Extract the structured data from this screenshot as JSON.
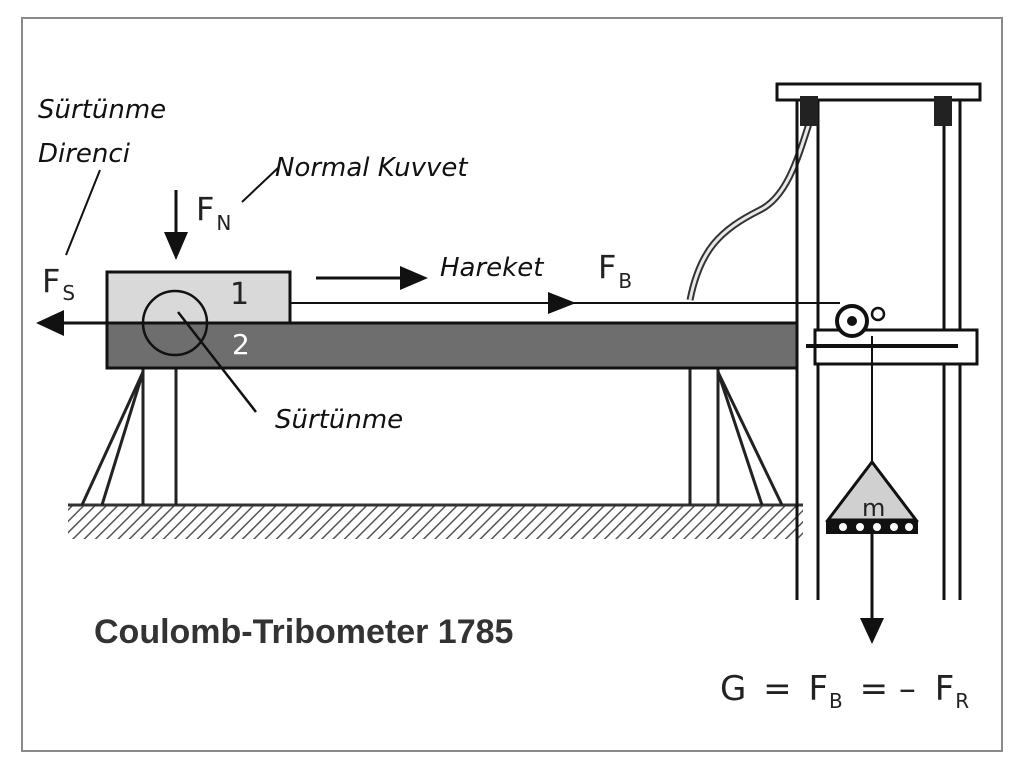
{
  "labels": {
    "friction_resistance_line1": "Sürtünme",
    "friction_resistance_line2": "Direnci",
    "normal_force": "Normal Kuvvet",
    "motion": "Hareket",
    "friction": "Sürtünme",
    "block_upper": "1",
    "block_lower": "2",
    "mass": "m"
  },
  "symbols": {
    "fn_base": "F",
    "fn_sub": "N",
    "fs_base": "F",
    "fs_sub": "S",
    "fb_base": "F",
    "fb_sub": "B"
  },
  "equation": {
    "g": "G",
    "eq1": "=",
    "f1_base": "F",
    "f1_sub": "B",
    "eq2": "= –",
    "f2_base": "F",
    "f2_sub": "R"
  },
  "title": "Coulomb-Tribometer 1785",
  "colors": {
    "border": "#8a8a8a",
    "block_upper": "#d9d9d9",
    "block_lower": "#6e6e6e",
    "ink": "#111111"
  }
}
